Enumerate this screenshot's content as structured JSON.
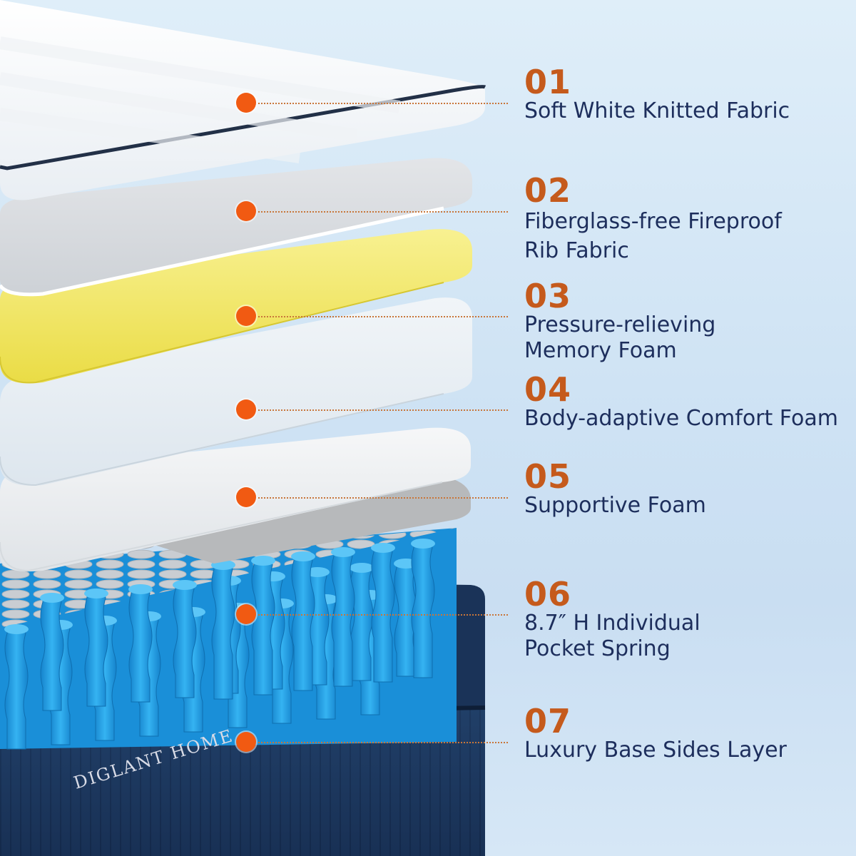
{
  "brand_text": "DIGLANT HOME",
  "colors": {
    "number": "#c55a1c",
    "label": "#1d2e5c",
    "dot": "#f15a12",
    "spring_blue": "#1e9be3",
    "base_navy": "#1b3559",
    "memory_foam_yellow": "#f7ee7a"
  },
  "layers": [
    {
      "number": "01",
      "lines": [
        "Soft White Knitted Fabric"
      ]
    },
    {
      "number": "02",
      "lines": [
        "Fiberglass-free Fireproof",
        "Rib Fabric"
      ]
    },
    {
      "number": "03",
      "lines": [
        "Pressure-relieving",
        "Memory Foam"
      ]
    },
    {
      "number": "04",
      "lines": [
        "Body-adaptive Comfort Foam"
      ]
    },
    {
      "number": "05",
      "lines": [
        "Supportive Foam"
      ]
    },
    {
      "number": "06",
      "lines": [
        "8.7″ H Individual",
        "Pocket Spring"
      ]
    },
    {
      "number": "07",
      "lines": [
        "Luxury Base Sides Layer"
      ]
    }
  ]
}
